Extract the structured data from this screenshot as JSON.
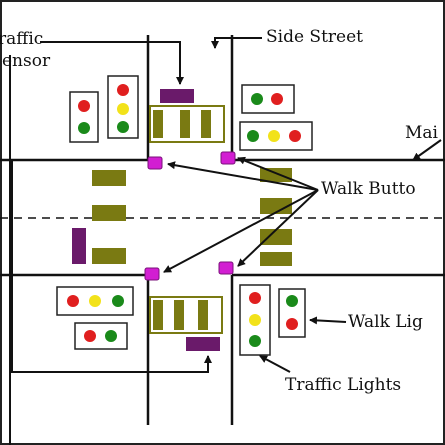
{
  "labels": {
    "traffic_sensor_line1": "raffic",
    "traffic_sensor_line2": "ensor",
    "side_street": "Side Street",
    "main": "Mai",
    "walk_buttons": "Walk Butto",
    "walk_lights": "Walk Lig",
    "traffic_lights": "Traffic Lights"
  },
  "colors": {
    "road_line": "#111111",
    "crosswalk_bar": "#7a7a12",
    "sensor": "#6a1a6a",
    "walk_button": "#d21ed2",
    "light_red": "#e01f1f",
    "light_yellow": "#f2e21a",
    "light_green": "#1a8a1a"
  },
  "icons": [
    "traffic-light-icon",
    "walk-light-icon",
    "walk-button-icon",
    "sensor-pad-icon",
    "crosswalk-icon"
  ]
}
